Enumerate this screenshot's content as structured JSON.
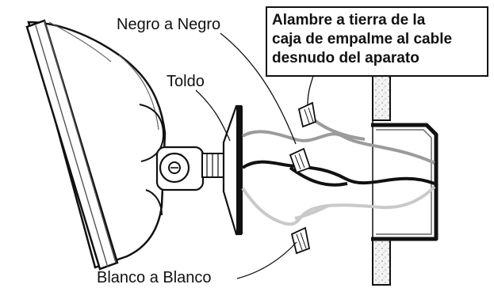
{
  "labels": {
    "toldo": "Toldo",
    "negro": "Negro a Negro",
    "blanco": "Blanco a Blanco"
  },
  "callout": {
    "line1": "Alambre a tierra de la",
    "line2": "caja de empalme al cable",
    "line3": "desnudo del aparato"
  },
  "colors": {
    "outline": "#111111",
    "ground_wire": "#9b9b9b",
    "white_wire": "#c9c9c9",
    "black_wire": "#111111",
    "wall_fill": "#f3f3f3"
  }
}
